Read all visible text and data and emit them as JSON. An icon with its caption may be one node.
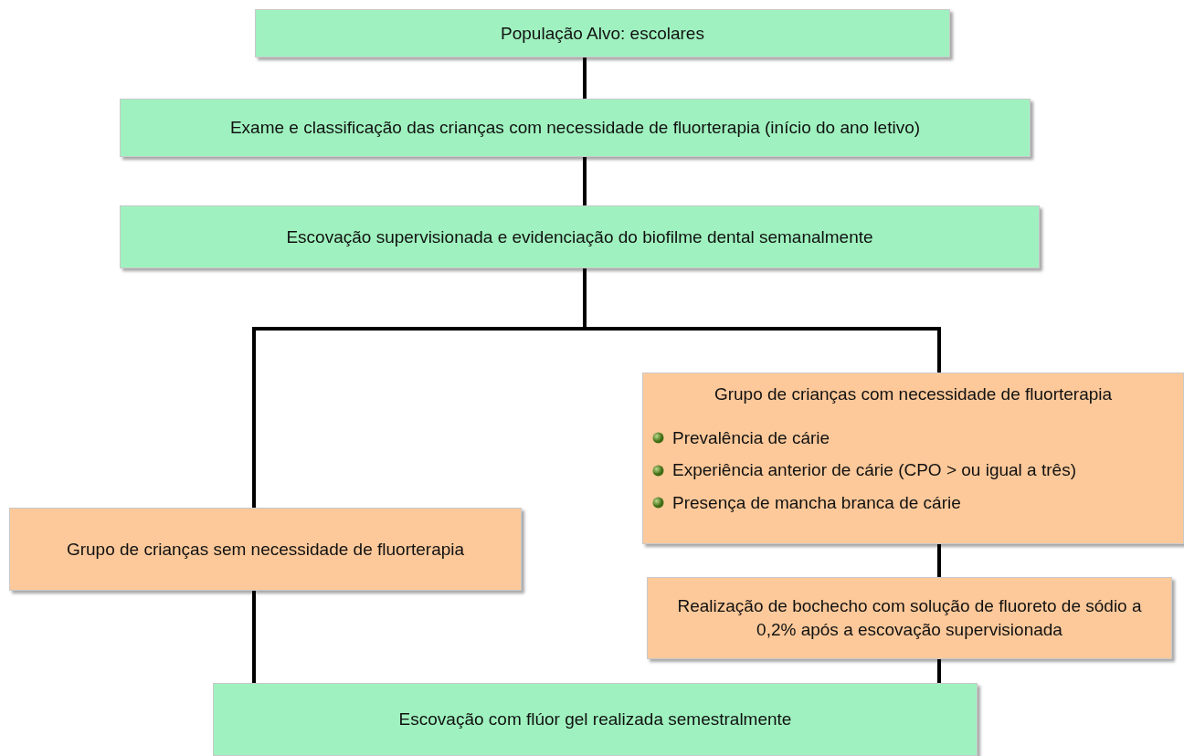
{
  "diagram": {
    "nodes": [
      {
        "text": [
          "População Alvo: escolares"
        ]
      },
      {
        "text": [
          "Exame e classificação das crianças com necessidade de fluorterapia (início do ano letivo)"
        ]
      },
      {
        "text": [
          "Escovação supervisionada e evidenciação do biofilme dental semanalmente"
        ]
      },
      {
        "text": [
          "Grupo de crianças sem necessidade de fluorterapia"
        ]
      },
      {
        "text": [
          "Grupo de crianças com necessidade de fluorterapia",
          "Prevalência de cárie",
          "Experiência anterior de cárie (CPO > ou igual a três)",
          "Presença de mancha branca de cárie"
        ]
      },
      {
        "text": [
          "Realização de bochecho com solução de fluoreto de sódio a 0,2% após a escovação supervisionada"
        ]
      },
      {
        "text": [
          "Escovação com flúor gel realizada semestralmente"
        ]
      }
    ],
    "edges": [
      {
        "from": 0,
        "to": 1,
        "arrow": "none"
      },
      {
        "from": 1,
        "to": 2,
        "arrow": "none"
      },
      {
        "from": 2,
        "to": 3,
        "arrow": "none"
      },
      {
        "from": 2,
        "to": 4,
        "arrow": "none"
      },
      {
        "from": 4,
        "to": 5,
        "arrow": "none"
      },
      {
        "from": 3,
        "to": 6,
        "arrow": "none"
      },
      {
        "from": 5,
        "to": 6,
        "arrow": "none"
      }
    ]
  }
}
